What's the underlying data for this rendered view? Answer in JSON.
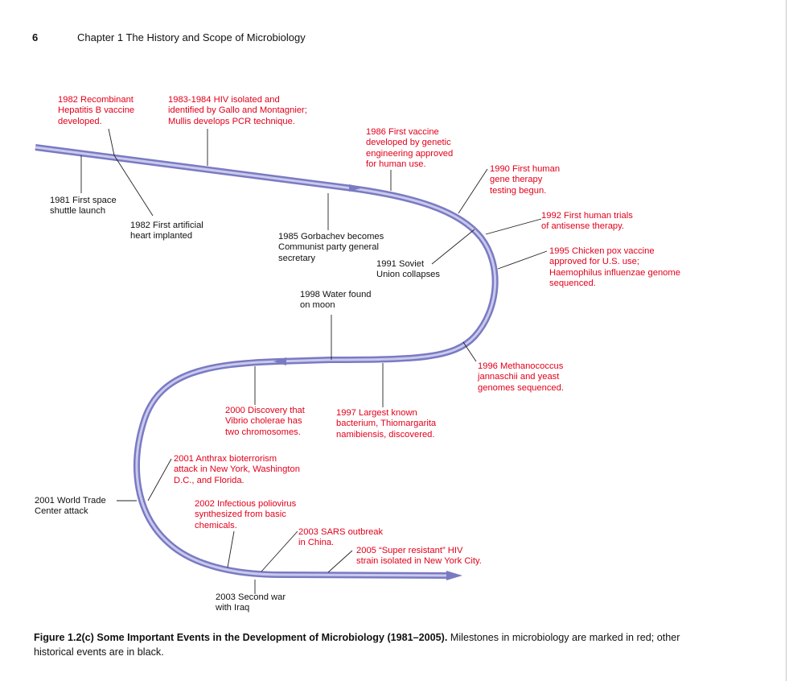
{
  "header": {
    "page_number": "6",
    "chapter": "Chapter 1   The History and Scope of Microbiology"
  },
  "colors": {
    "milestone": "#e2001a",
    "historical": "#111111",
    "ribbon": "#8080c8"
  },
  "events": [
    {
      "id": "e1982a",
      "text": "1982 Recombinant\nHepatitis B vaccine\ndeveloped.",
      "kind": "milestone"
    },
    {
      "id": "e1983",
      "text": "1983-1984 HIV isolated and\nidentified by Gallo and Montagnier;\nMullis develops PCR technique.",
      "kind": "milestone"
    },
    {
      "id": "e1986",
      "text": "1986 First vaccine\ndeveloped by genetic\nengineering approved\nfor human use.",
      "kind": "milestone"
    },
    {
      "id": "e1990",
      "text": "1990 First human\ngene therapy\ntesting begun.",
      "kind": "milestone"
    },
    {
      "id": "e1981",
      "text": "1981 First space\nshuttle launch",
      "kind": "historical"
    },
    {
      "id": "e1992",
      "text": "1992 First human trials\nof antisense therapy.",
      "kind": "milestone"
    },
    {
      "id": "e1982b",
      "text": "1982 First artificial\nheart implanted",
      "kind": "historical"
    },
    {
      "id": "e1985",
      "text": "1985 Gorbachev becomes\nCommunist party general\nsecretary",
      "kind": "historical"
    },
    {
      "id": "e1995",
      "text": "1995 Chicken pox vaccine\napproved for U.S. use;\nHaemophilus influenzae genome\nsequenced.",
      "kind": "milestone"
    },
    {
      "id": "e1991",
      "text": "1991 Soviet\nUnion collapses",
      "kind": "historical"
    },
    {
      "id": "e1998",
      "text": "1998 Water found\non moon",
      "kind": "historical"
    },
    {
      "id": "e1996",
      "text": "1996 Methanococcus\njannaschii and yeast\ngenomes sequenced.",
      "kind": "milestone"
    },
    {
      "id": "e2000",
      "text": "2000 Discovery that\nVibrio cholerae has\ntwo chromosomes.",
      "kind": "milestone"
    },
    {
      "id": "e1997",
      "text": "1997 Largest known\nbacterium, Thiomargarita\nnamibiensis, discovered.",
      "kind": "milestone"
    },
    {
      "id": "e2001a",
      "text": "2001 Anthrax bioterrorism\nattack in New York, Washington\nD.C., and Florida.",
      "kind": "milestone"
    },
    {
      "id": "e2001b",
      "text": "2001 World Trade\nCenter attack",
      "kind": "historical"
    },
    {
      "id": "e2002",
      "text": "2002 Infectious poliovirus\nsynthesized from basic\nchemicals.",
      "kind": "milestone"
    },
    {
      "id": "e2003a",
      "text": "2003 SARS outbreak\nin China.",
      "kind": "milestone"
    },
    {
      "id": "e2005",
      "text": "2005 “Super resistant” HIV\nstrain isolated in New York City.",
      "kind": "milestone"
    },
    {
      "id": "e2003b",
      "text": "2003 Second war\nwith Iraq",
      "kind": "historical"
    }
  ],
  "caption": {
    "figure": "Figure 1.2(c)   Some Important Events in the Development of Microbiology (1981–2005).",
    "text": "Milestones in microbiology are marked in red; other historical events are in black."
  }
}
